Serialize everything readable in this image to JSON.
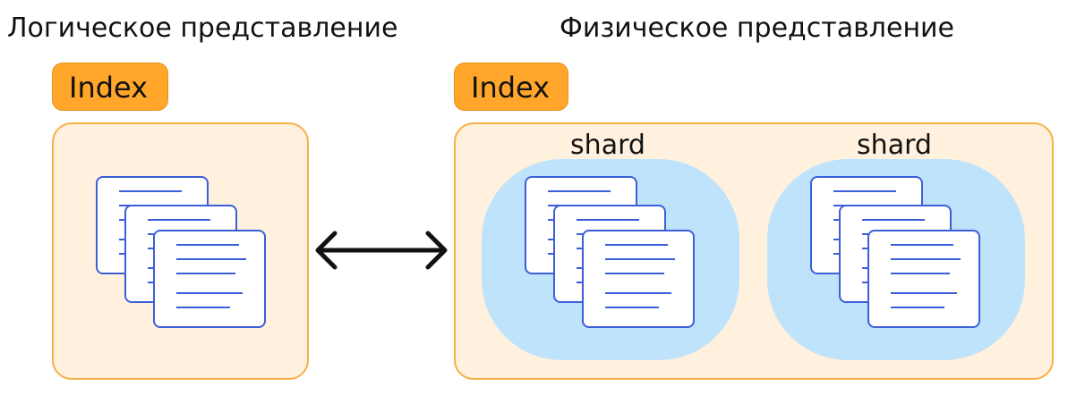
{
  "headings": {
    "logical": "Логическое представление",
    "physical": "Физическое представление"
  },
  "logical_index": {
    "label": "Index"
  },
  "physical_index": {
    "label": "Index",
    "shards": [
      {
        "label": "shard"
      },
      {
        "label": "shard"
      }
    ]
  },
  "colors": {
    "label_bg": "#FFA62B",
    "label_border": "#E8921A",
    "box_bg": "#FFF1DE",
    "box_border": "#F7B047",
    "shard_bg": "#BFE3FB",
    "doc_line": "#3B5FD9",
    "arrow": "#111111"
  },
  "icons": {
    "document_stack": "document-stack-icon",
    "arrow": "double-headed-arrow-icon"
  }
}
